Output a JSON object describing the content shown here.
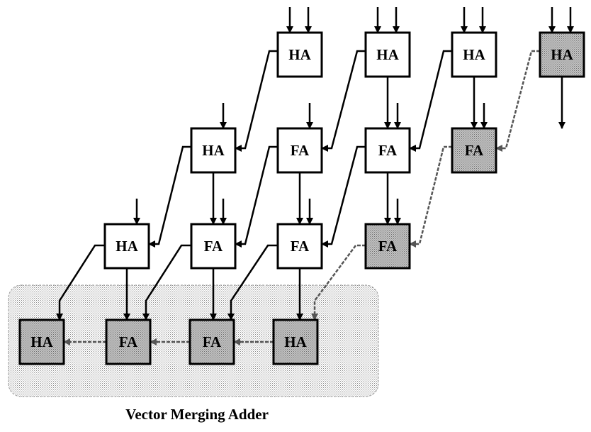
{
  "caption": "Vector Merging Adder",
  "colors": {
    "plain_fill": "#ffffff",
    "shaded_fill": "#bdbdbd",
    "region_fill": "#e9e9e9",
    "wire": "#000000",
    "shaded_wire": "#555555"
  },
  "cells": [
    {
      "id": "r0c0",
      "label": "HA",
      "shaded": false
    },
    {
      "id": "r0c1",
      "label": "HA",
      "shaded": false
    },
    {
      "id": "r0c2",
      "label": "HA",
      "shaded": false
    },
    {
      "id": "r0c3",
      "label": "HA",
      "shaded": true
    },
    {
      "id": "r1c0",
      "label": "HA",
      "shaded": false
    },
    {
      "id": "r1c1",
      "label": "FA",
      "shaded": false
    },
    {
      "id": "r1c2",
      "label": "FA",
      "shaded": false
    },
    {
      "id": "r1c3",
      "label": "FA",
      "shaded": true
    },
    {
      "id": "r2c0",
      "label": "HA",
      "shaded": false
    },
    {
      "id": "r2c1",
      "label": "FA",
      "shaded": false
    },
    {
      "id": "r2c2",
      "label": "FA",
      "shaded": false
    },
    {
      "id": "r2c3",
      "label": "FA",
      "shaded": true
    },
    {
      "id": "r3c0",
      "label": "HA",
      "shaded": true
    },
    {
      "id": "r3c1",
      "label": "FA",
      "shaded": true
    },
    {
      "id": "r3c2",
      "label": "FA",
      "shaded": true
    },
    {
      "id": "r3c3",
      "label": "HA",
      "shaded": true
    }
  ]
}
